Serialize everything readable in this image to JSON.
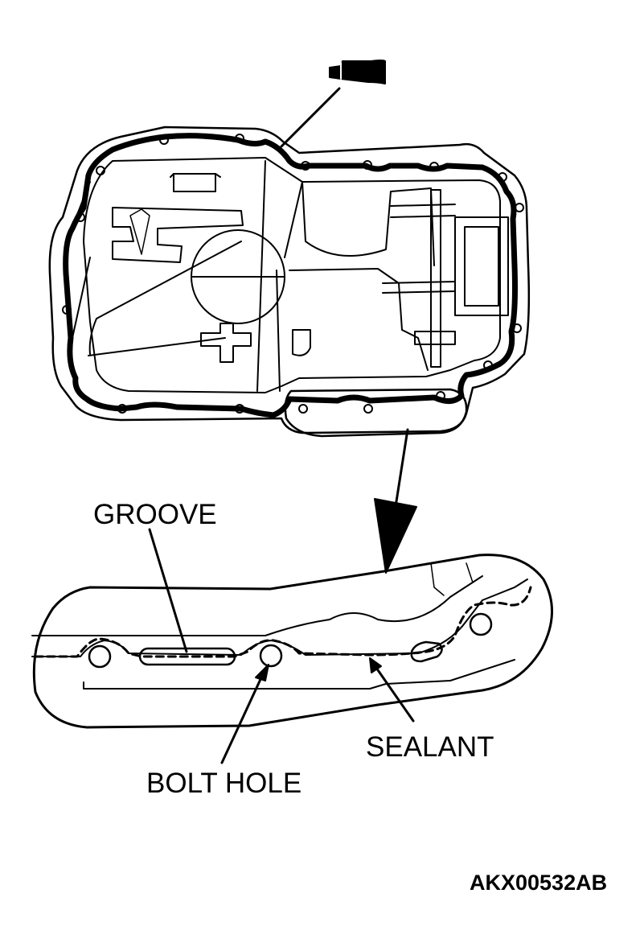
{
  "labels": {
    "groove": "GROOVE",
    "sealant": "SEALANT",
    "bolt_hole": "BOLT HOLE"
  },
  "figure_code": "AKX00532AB",
  "colors": {
    "ink": "#000000",
    "paper": "#ffffff"
  },
  "icons": {
    "sealant_tube": "sealant-tube-icon"
  }
}
